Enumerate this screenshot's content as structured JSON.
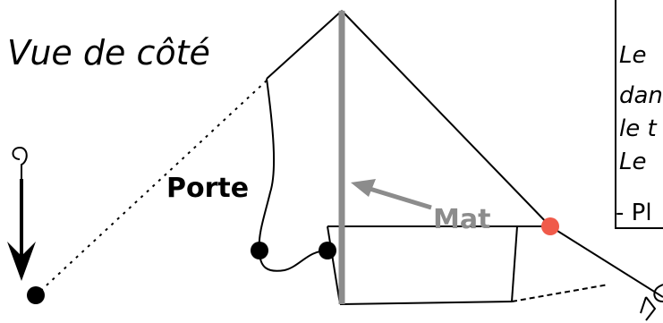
{
  "diagram": {
    "title": "Vue de côté",
    "labels": {
      "porte": "Porte",
      "mat": "Mat"
    },
    "note_lines": [
      "Le",
      "dan",
      "le t",
      "Le"
    ],
    "note_list_item": "- Pl",
    "colors": {
      "line": "#000000",
      "mast": "#8c8c8c",
      "arrow": "#8c8c8c",
      "accent_point": "#f05a4a",
      "point": "#000000"
    }
  }
}
